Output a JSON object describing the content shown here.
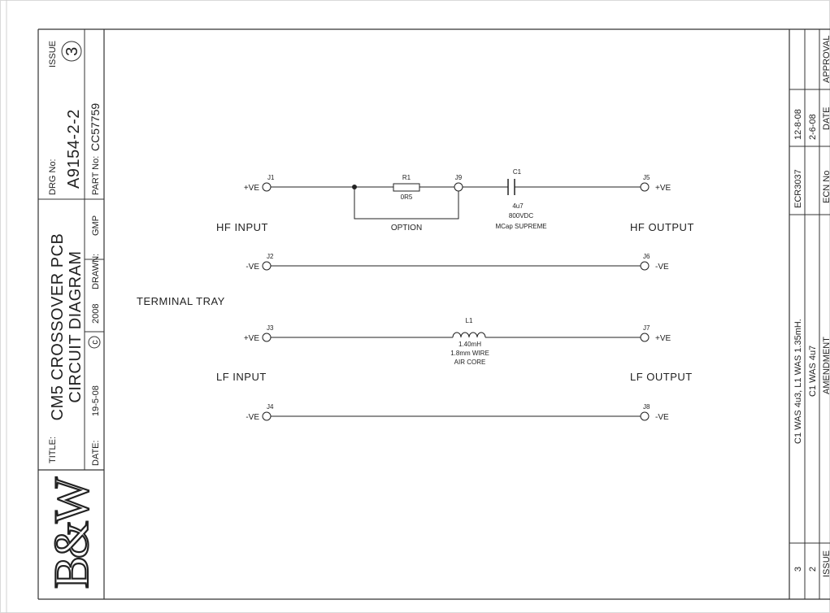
{
  "title_block": {
    "title_label": "TITLE:",
    "title_line1": "CM5 CROSSOVER PCB",
    "title_line2": "CIRCUIT DIAGRAM",
    "date_label": "DATE:",
    "date_value": "19-5-08",
    "copyright_symbol": "c",
    "year": "2008",
    "drawn_label": "DRAWN:",
    "drawn_value": "GMP",
    "drg_label": "DRG No:",
    "drg_value": "A9154-2-2",
    "part_label": "PART No:",
    "part_value": "CC57759",
    "issue_label": "ISSUE",
    "issue_value": "3",
    "logo_text": "B&W"
  },
  "revision_block": {
    "headers": {
      "issue": "ISSUE",
      "amendment": "AMENDMENT",
      "ecn": "ECN No",
      "date": "DATE",
      "approval": "APPROVAL"
    },
    "rows": [
      {
        "issue": "3",
        "amendment": "C1 WAS 4u3, L1 WAS 1.35mH.",
        "ecn": "ECR3037",
        "date": "12-8-08"
      },
      {
        "issue": "2",
        "amendment": "C1 WAS 4u7",
        "ecn": "",
        "date": "2-6-08"
      }
    ]
  },
  "schematic": {
    "section_hf_input": "HF INPUT",
    "section_hf_output": "HF OUTPUT",
    "section_lf_input": "LF INPUT",
    "section_lf_output": "LF OUTPUT",
    "terminal_tray": "TERMINAL TRAY",
    "plus_ve": "+VE",
    "minus_ve": "-VE",
    "j1": "J1",
    "j2": "J2",
    "j3": "J3",
    "j4": "J4",
    "j5": "J5",
    "j6": "J6",
    "j7": "J7",
    "j8": "J8",
    "j9": "J9",
    "r1_ref": "R1",
    "r1_value": "0R5",
    "option_label": "OPTION",
    "c1_ref": "C1",
    "c1_value": "4u7",
    "c1_rating": "800VDC",
    "c1_type": "MCap SUPREME",
    "l1_ref": "L1",
    "l1_value": "1.40mH",
    "l1_wire": "1.8mm WIRE",
    "l1_core": "AIR CORE"
  }
}
